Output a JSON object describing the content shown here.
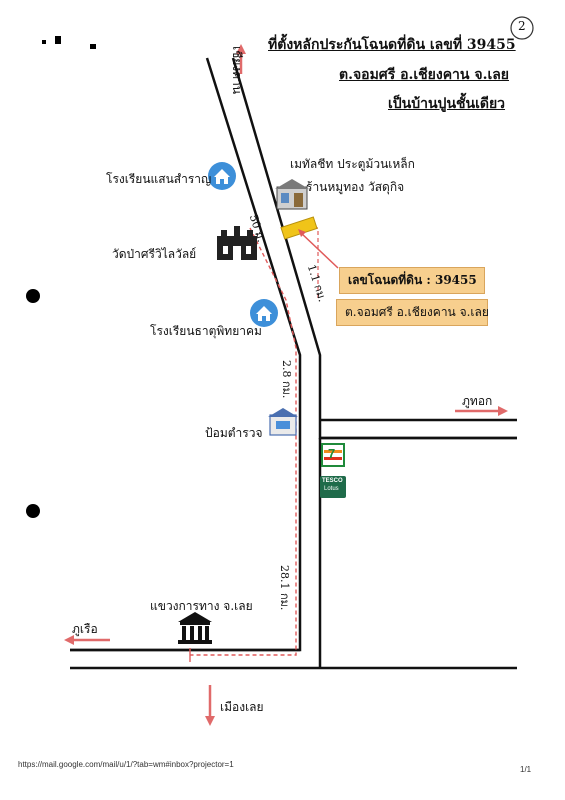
{
  "header": {
    "title_line1": "ที่ตั้งหลักประกันโฉนดที่ดิน เลขที่ 39455",
    "title_line2": "ต.จอมศรี อ.เชียงคาน จ.เลย",
    "title_line3": "เป็นบ้านปูนชั้นเดียว",
    "page_mark": "2"
  },
  "callout": {
    "line1": "เลขโฉนดที่ดิน : 39455",
    "line2": "ต.จอมศรี อ.เชียงคาน จ.เลย"
  },
  "landmarks": {
    "school_saensamran": "โรงเรียนแสนสำราญ",
    "temple": "วัดป่าศรีวิไลวัลย์",
    "school_thatphitthayakhom": "โรงเรียนธาตุพิทยาคม",
    "police_box": "ป้อมตำรวจ",
    "shop_line1": "เมทัลชีท ประตูม้วนเหล็ก",
    "shop_line2": "ร้านหมูทอง วัสดุกิจ",
    "highway_office": "แขวงการทาง จ.เลย"
  },
  "directions": {
    "north": "เชียงคาน",
    "east": "ภูทอก",
    "west": "ภูเรือ",
    "south": "เมืองเลย"
  },
  "distances": {
    "d1": "50 ม.",
    "d2": "1.1 กม.",
    "d3": "2.8 กม.",
    "d4": "28.1 กม."
  },
  "brands": {
    "seven_eleven": "7",
    "tesco_line1": "TESCO",
    "tesco_line2": "Lotus"
  },
  "footer": {
    "url": "https://mail.google.com/mail/u/1/?tab=wm#inbox?projector=1",
    "page": "1/1"
  },
  "colors": {
    "road": "#111111",
    "route": "#e05a5a",
    "arrow": "#e06a6a",
    "callout_bg": "#f7cf8e",
    "marker": "#f0c419",
    "school_icon": "#3d8fd9",
    "seven_green": "#1f8a3a"
  }
}
